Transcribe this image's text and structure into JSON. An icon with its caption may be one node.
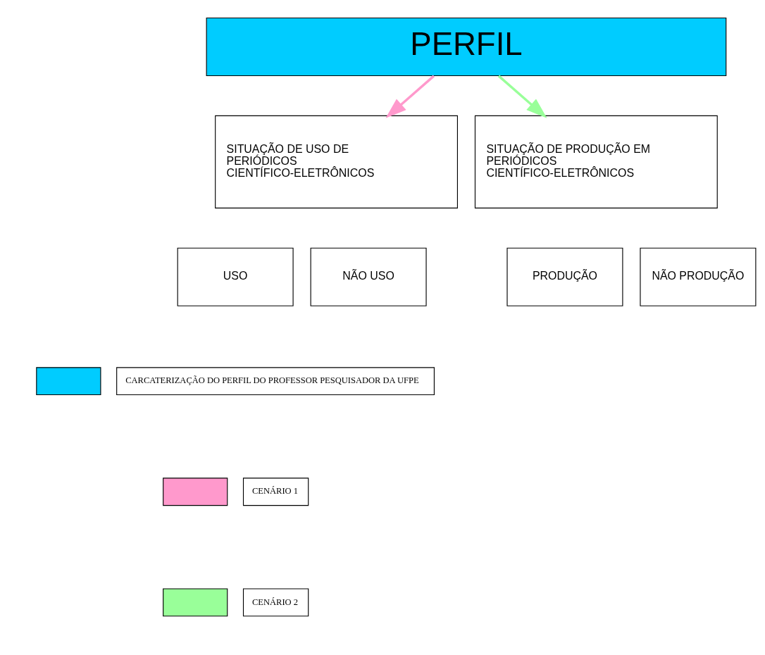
{
  "diagram": {
    "nodes": [
      {
        "text": [
          "PERFIL"
        ]
      },
      {
        "text": [
          "SITUAÇÃO DE USO DE PERIÓDICOS CIENTÍFICO-ELETRÔNICOS"
        ]
      },
      {
        "text": [
          "SITUAÇÃO DE PRODUÇÃO EM PERIÓDICOS CIENTÍFICO-ELETRÔNICOS"
        ]
      },
      {
        "text": [
          "USO"
        ]
      },
      {
        "text": [
          "NÃO USO"
        ]
      },
      {
        "text": [
          "PRODUÇÃO"
        ]
      },
      {
        "text": [
          "NÃO PRODUÇÃO"
        ]
      }
    ],
    "edges": [
      {
        "from": 0,
        "to": 1,
        "arrow": "to",
        "color": "#ff99cc"
      },
      {
        "from": 0,
        "to": 2,
        "arrow": "to",
        "color": "#99ff99"
      }
    ],
    "legend": [
      {
        "text": "CARCATERIZAÇÃO DO PERFIL DO PROFESSOR PESQUISADOR DA UFPE",
        "color": "#00ccff"
      },
      {
        "text": "CENÁRIO 1",
        "color": "#ff99cc"
      },
      {
        "text": "CENÁRIO 2",
        "color": "#99ff99"
      }
    ]
  }
}
